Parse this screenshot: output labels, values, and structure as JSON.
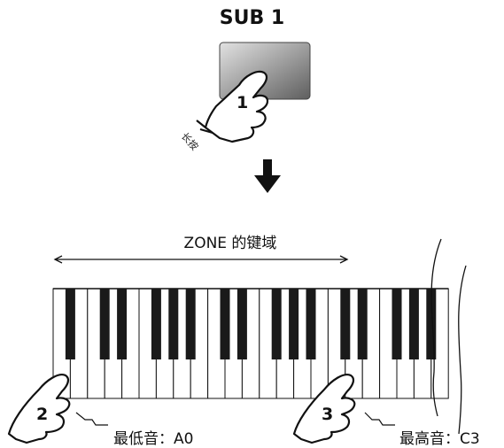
{
  "title": "SUB 1",
  "long_press": "长按",
  "zone_label": "ZONE 的键域",
  "lowest_label": "最低音：A0",
  "highest_label": "最高音：C3",
  "steps": {
    "step1": "1",
    "step2": "2",
    "step3": "3"
  },
  "colors": {
    "button_light": "#d8d8d8",
    "button_dark": "#6e6e6e",
    "black_key": "#1a1a1a",
    "outline": "#111111"
  }
}
